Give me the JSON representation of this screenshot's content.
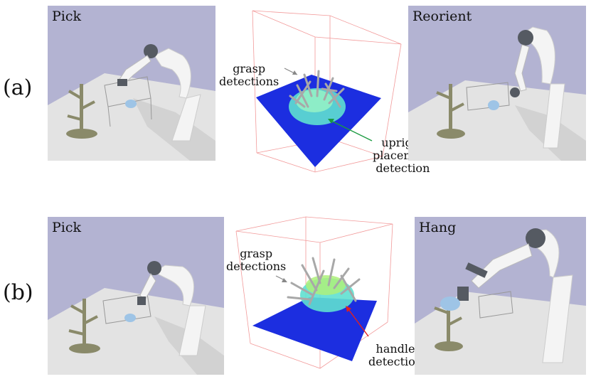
{
  "rows": [
    {
      "label": "(a)",
      "left_panel_label": "Pick",
      "right_panel_label": "Reorient",
      "annotations": {
        "grasp": [
          "grasp",
          "detections"
        ],
        "secondary": [
          "upright",
          "placement",
          "detection"
        ]
      }
    },
    {
      "label": "(b)",
      "left_panel_label": "Pick",
      "right_panel_label": "Hang",
      "annotations": {
        "grasp": [
          "grasp",
          "detections"
        ],
        "secondary": [
          "handle",
          "detection"
        ]
      }
    }
  ],
  "colors": {
    "sky": "#b3b3d2",
    "floor": "#e3e3e3",
    "tree": "#8a8a6a",
    "robot": "#f4f4f4",
    "joint": "#555a62",
    "plane": "#1c2ee0",
    "mug": "#5fe0d0",
    "grasp_arrow": "#888888",
    "upright_arrow": "#1a9a40",
    "handle_arrow": "#e02020",
    "box": "#f29a9a"
  }
}
